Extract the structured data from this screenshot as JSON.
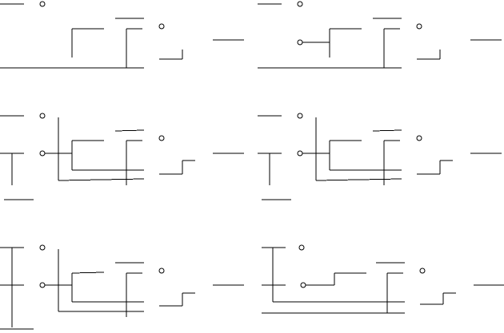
{
  "diagram": {
    "type": "line-drawing",
    "panel_count": 6,
    "colors": {
      "background": "#ffffff",
      "stroke": "#000000"
    },
    "element_kinds": [
      "wire-line",
      "junction-circle"
    ],
    "has_text": false
  }
}
